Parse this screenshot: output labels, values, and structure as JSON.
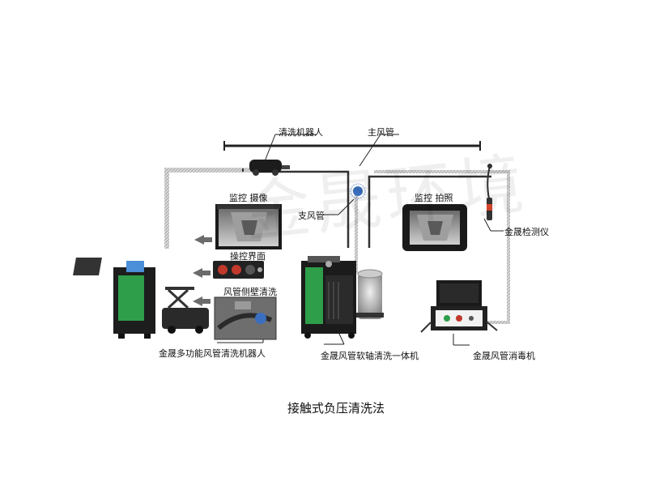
{
  "labels": {
    "cleaning_robot": "清洗机器人",
    "main_duct": "主风管",
    "branch_duct": "支风管",
    "monitor_camera": "监控  摄像",
    "control_interface": "操控界面",
    "duct_side_wall_cleaning": "风管侧壁清洗",
    "multi_robot": "金晟多功能风管清洗机器人",
    "monitor_photo": "监控  拍照",
    "detector": "金晟检测仪",
    "soft_shaft_machine": "金晟风管软轴清洗一体机",
    "disinfection_machine": "金晟风管消毒机"
  },
  "caption": "接触式负压清洗法",
  "colors": {
    "duct": "#2a2a2a",
    "pipe_texture": "#bfbfbf",
    "cabinet_green": "#2e9e4a",
    "machine_dark": "#1b1b1b",
    "arrow_gray": "#666666"
  },
  "icons": [
    "camera-monitor-icon",
    "control-panel-icon",
    "arrow-right-icon",
    "probe-icon"
  ]
}
